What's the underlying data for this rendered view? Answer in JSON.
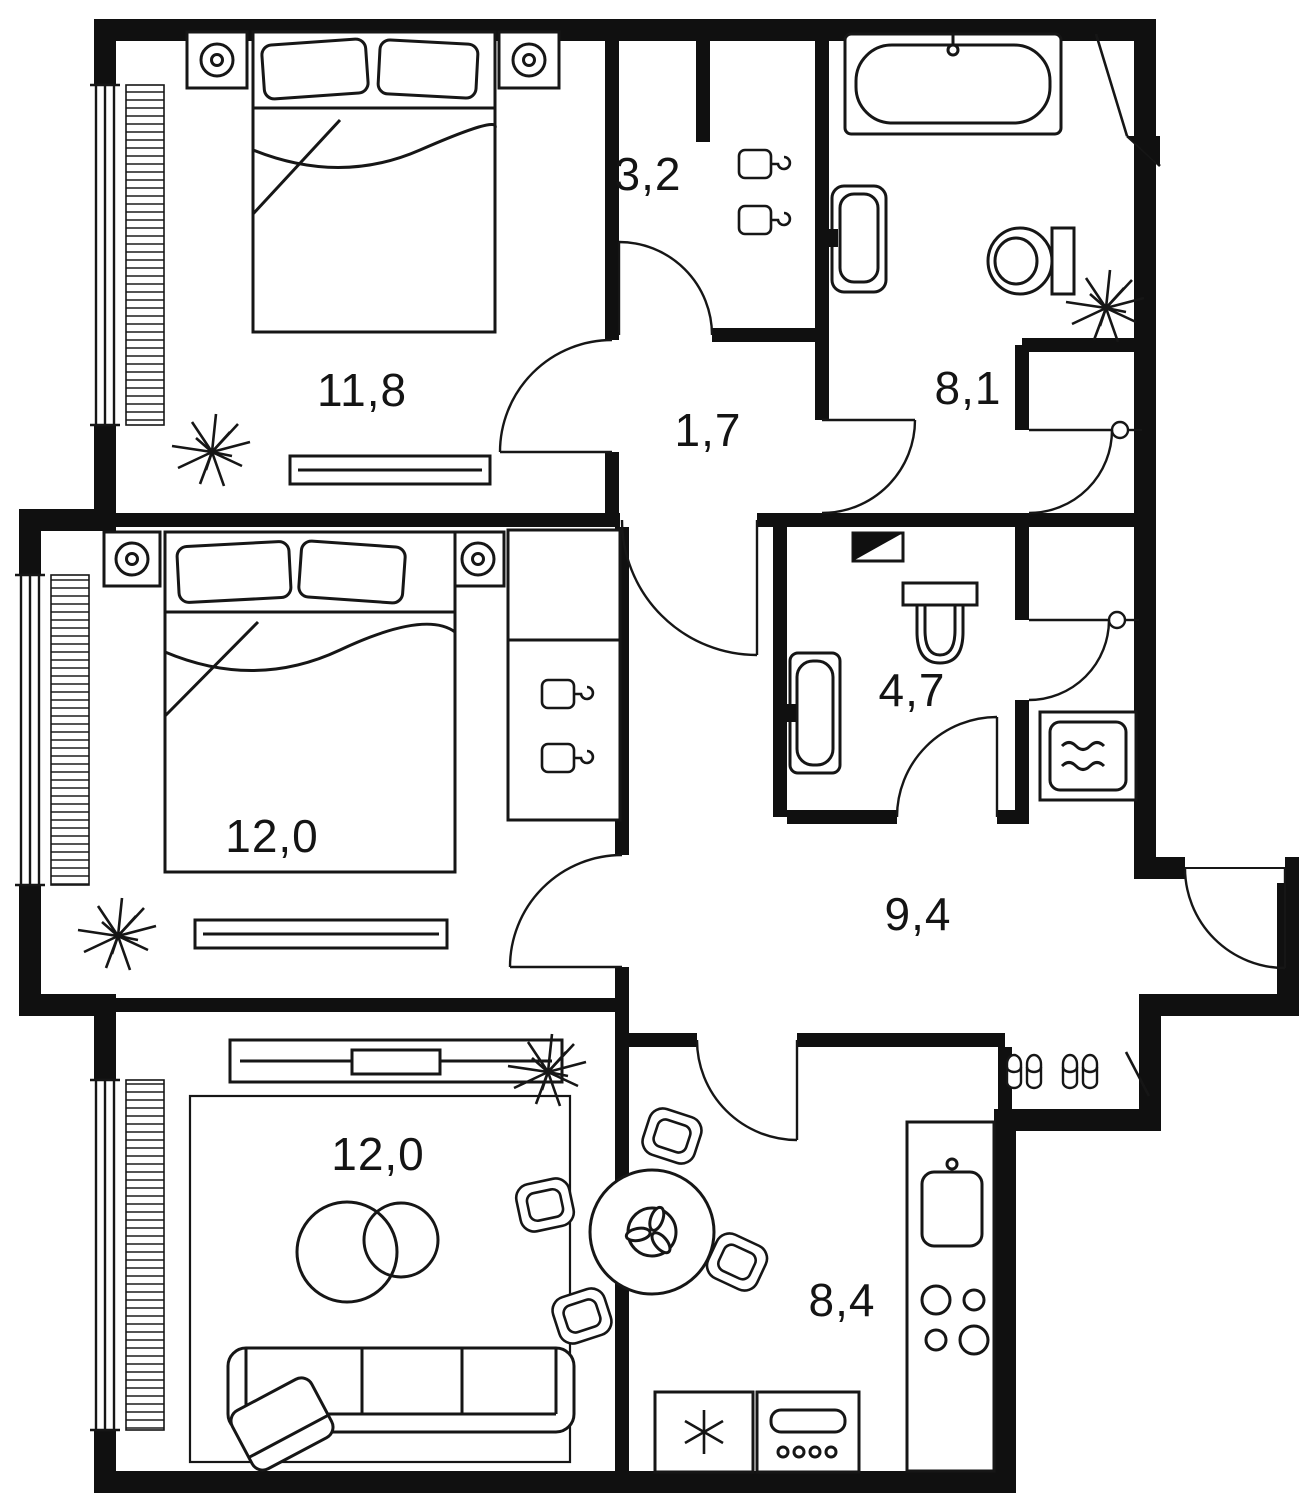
{
  "plan": {
    "type": "apartment-floor-plan",
    "colors": {
      "walls": "#101010",
      "background": "#ffffff",
      "lines": "#161616"
    },
    "rooms": [
      {
        "name": "bedroom-1",
        "area_label": "11,8"
      },
      {
        "name": "wardrobe",
        "area_label": "3,2"
      },
      {
        "name": "hallway",
        "area_label": "1,7"
      },
      {
        "name": "bathroom",
        "area_label": "8,1"
      },
      {
        "name": "bedroom-2",
        "area_label": "12,0"
      },
      {
        "name": "wc",
        "area_label": "4,7"
      },
      {
        "name": "corridor",
        "area_label": "9,4"
      },
      {
        "name": "living-room",
        "area_label": "12,0"
      },
      {
        "name": "kitchen",
        "area_label": "8,4"
      }
    ]
  }
}
